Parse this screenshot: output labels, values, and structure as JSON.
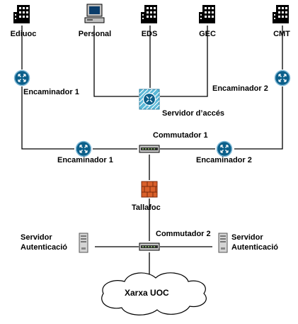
{
  "colors": {
    "line": "#000000",
    "router": "#0b5f8a",
    "router_ring": "#7fb8d6",
    "access_bg": "#5bb9d8",
    "firewall": "#d9602a",
    "building": "#000000",
    "cloud_fill": "#ffffff"
  },
  "top_nodes": [
    {
      "label": "Ediuoc",
      "icon": "building-icon"
    },
    {
      "label": "Personal",
      "icon": "workstation-icon"
    },
    {
      "label": "EDS",
      "icon": "building-icon"
    },
    {
      "label": "GEC",
      "icon": "building-icon"
    },
    {
      "label": "CMT",
      "icon": "building-icon"
    }
  ],
  "nodes": {
    "router_upper_left": "Encaminador 1",
    "router_upper_right": "Encaminador 2",
    "access_server": "Servidor d’accés",
    "switch_1": "Commutador 1",
    "router_lower_left": "Encaminador 1",
    "router_lower_right": "Encaminador 2",
    "firewall": "Tallafoc",
    "switch_2": "Commutador 2",
    "auth_server_left": [
      "Servidor",
      "Autenticació"
    ],
    "auth_server_right": [
      "Servidor",
      "Autenticació"
    ],
    "network": "Xarxa UOC"
  }
}
